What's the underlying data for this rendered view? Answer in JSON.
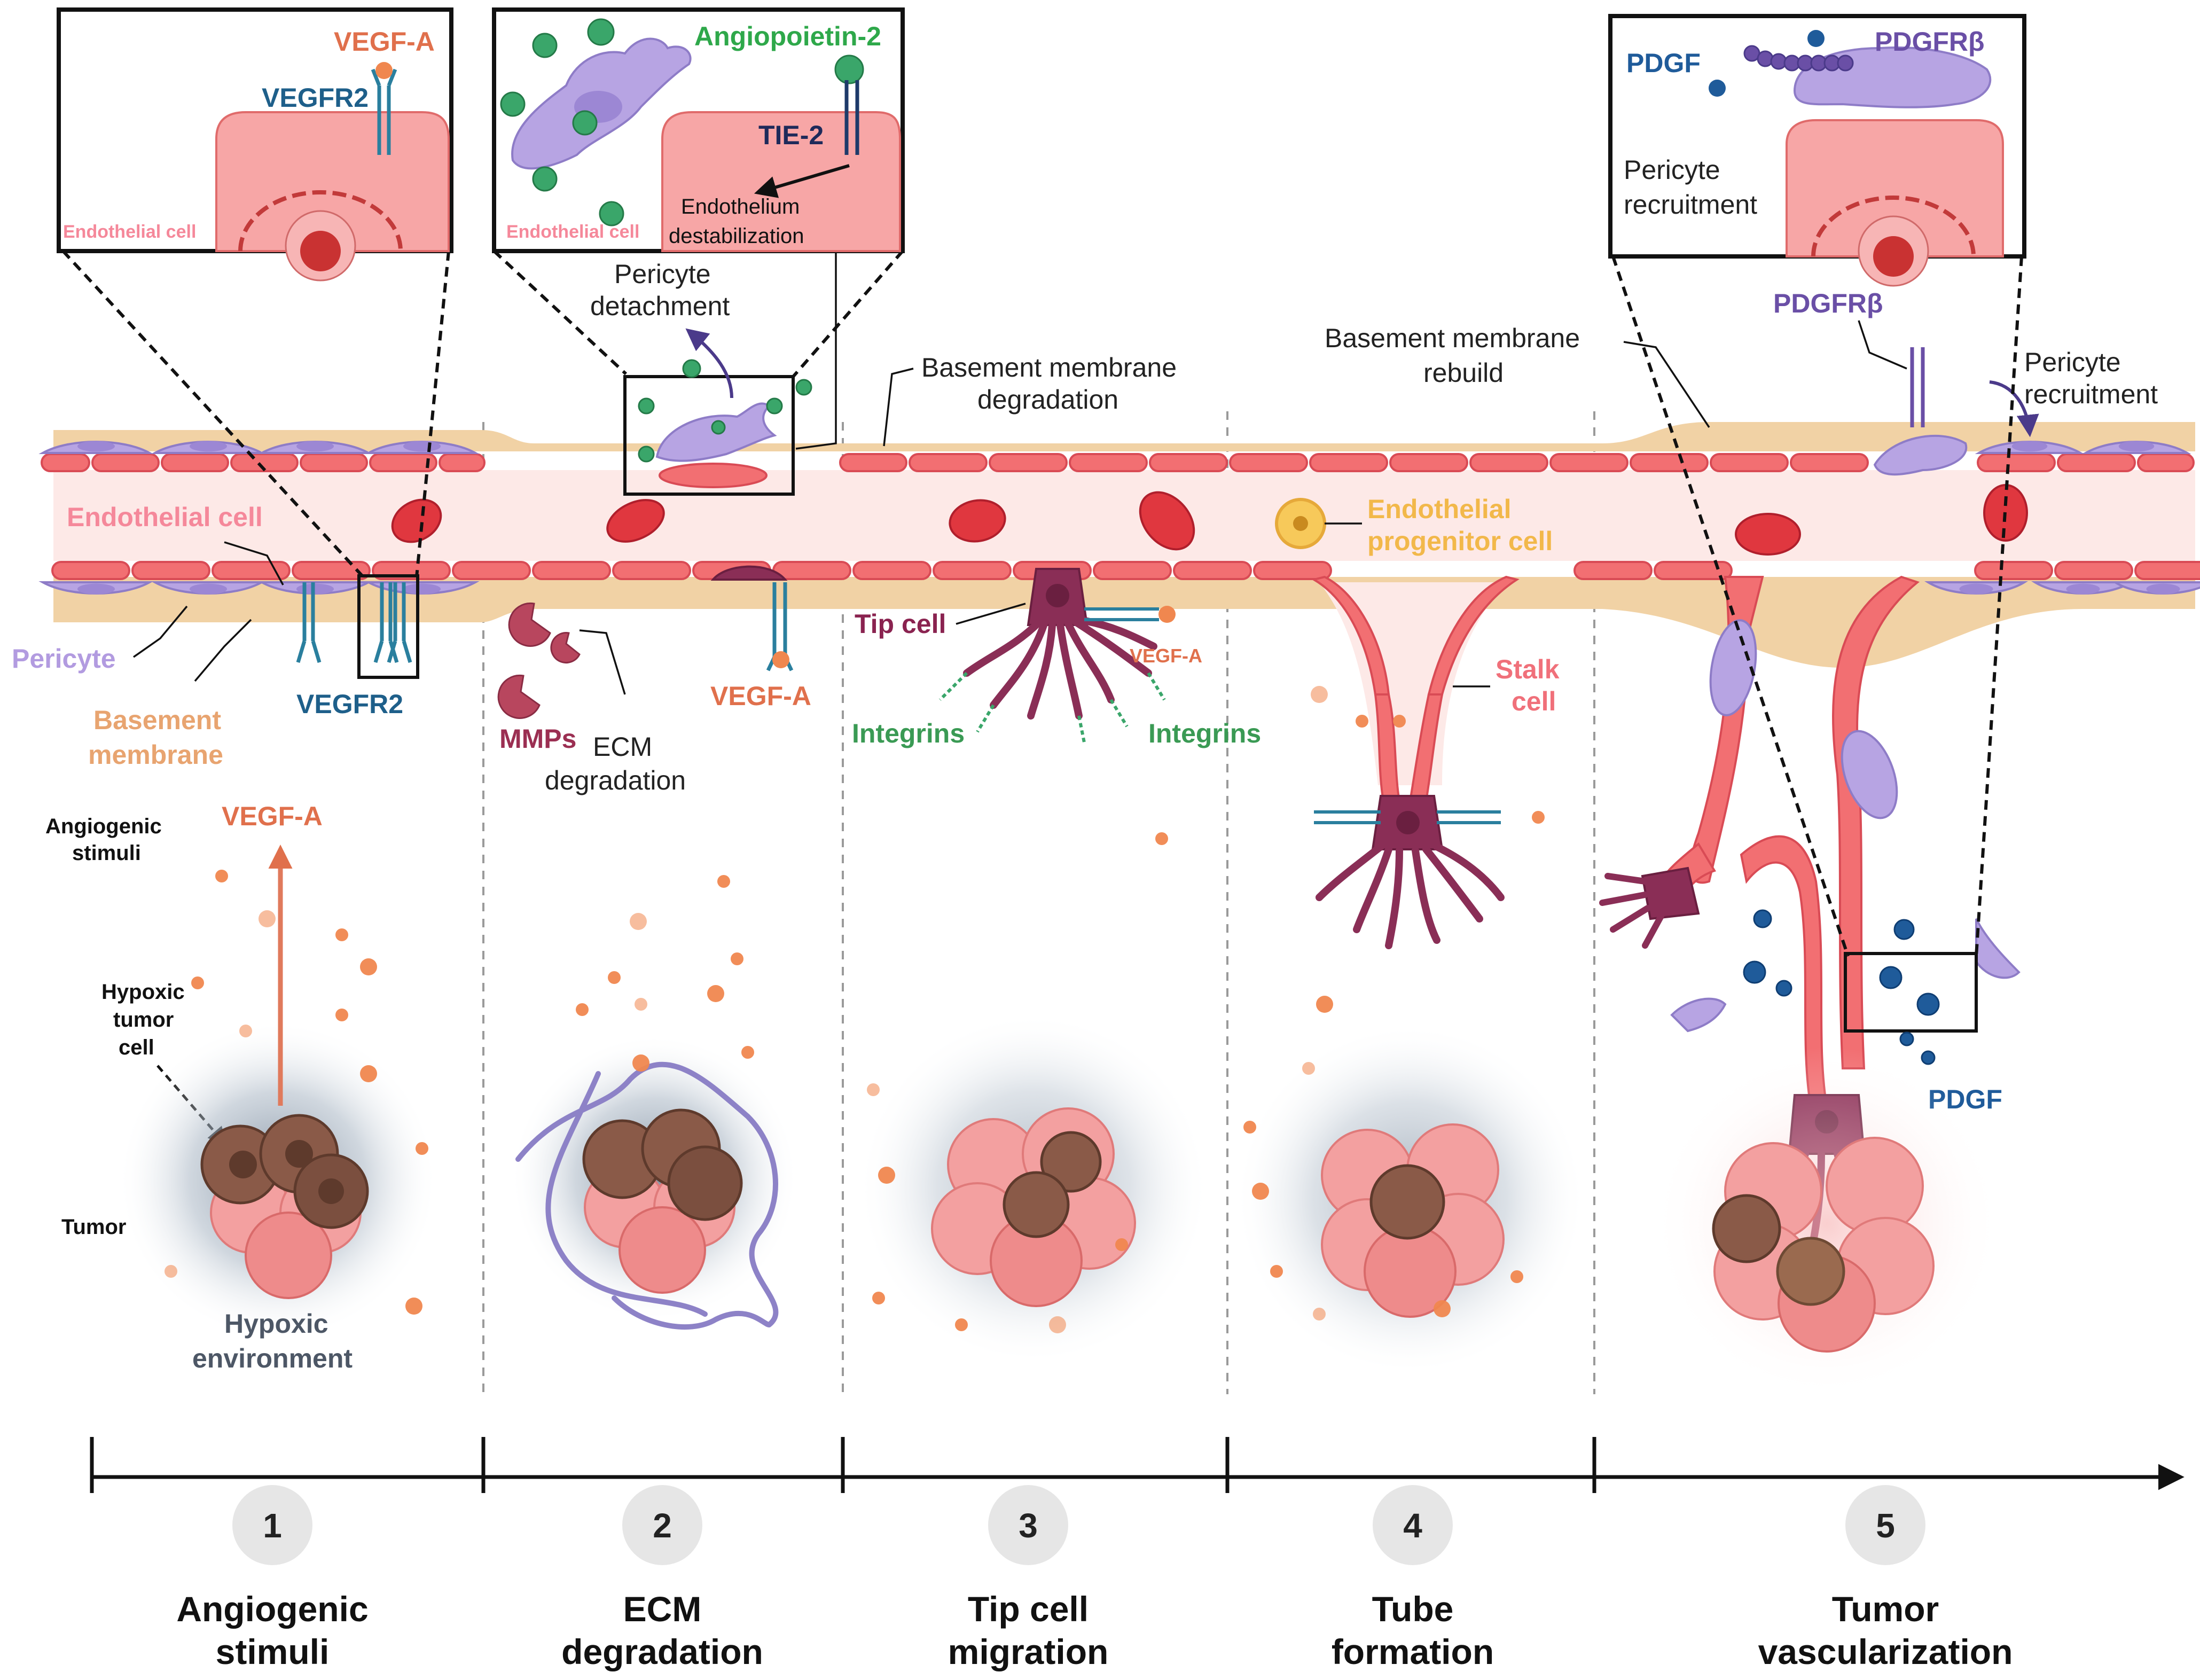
{
  "colors": {
    "endothelial": "#f26f72",
    "endothelial_dark": "#d94b55",
    "vessel_lumen": "#fde9e7",
    "basement": "#f1d2a5",
    "pericyte": "#b7a4e3",
    "tip_cell": "#9a3a63",
    "vegf": "#f0874f",
    "vegfr": "#2a7f9e",
    "angiopoietin": "#3aa66a",
    "pdgf": "#1f5b9a",
    "pdgfr": "#6a4fa6",
    "tumor": "#f39a9a",
    "hypoxic_tumor": "#8a5a48"
  },
  "insets": {
    "inset1": {
      "ligand": "VEGF-A",
      "receptor": "VEGFR2",
      "cell": "Endothelial cell"
    },
    "inset2": {
      "ligand": "Angiopoietin-2",
      "receptor": "TIE-2",
      "cell": "Endothelial cell",
      "effect_line1": "Endothelium",
      "effect_line2": "destabilization"
    },
    "inset5": {
      "ligand": "PDGF",
      "receptor": "PDGFRβ",
      "effect_line1": "Pericyte",
      "effect_line2": "recruitment"
    }
  },
  "labels": {
    "endothelial_cell": "Endothelial cell",
    "pericyte": "Pericyte",
    "basement_line1": "Basement",
    "basement_line2": "membrane",
    "vegfr2": "VEGFR2",
    "angiogenic_line1": "Angiogenic",
    "angiogenic_line2": "stimuli",
    "vegf_a_arrow": "VEGF-A",
    "hypoxic_cell_line1": "Hypoxic",
    "hypoxic_cell_line2": "tumor",
    "hypoxic_cell_line3": "cell",
    "tumor": "Tumor",
    "hypoxic_env_line1": "Hypoxic",
    "hypoxic_env_line2": "environment",
    "pericyte_detach_line1": "Pericyte",
    "pericyte_detach_line2": "detachment",
    "mmps": "MMPs",
    "ecm_deg_line1": "ECM",
    "ecm_deg_line2": "degradation",
    "vegf_a_2": "VEGF-A",
    "bm_deg_line1": "Basement membrane",
    "bm_deg_line2": "degradation",
    "tip_cell": "Tip cell",
    "vegf_a_3": "VEGF-A",
    "integrins_left": "Integrins",
    "integrins_right": "Integrins",
    "bm_rebuild_line1": "Basement membrane",
    "bm_rebuild_line2": "rebuild",
    "epc_line1": "Endothelial",
    "epc_line2": "progenitor cell",
    "stalk_line1": "Stalk",
    "stalk_line2": "cell",
    "pdgfrb": "PDGFRβ",
    "pericyte_recruit_line1": "Pericyte",
    "pericyte_recruit_line2": "recruitment",
    "pdgf": "PDGF"
  },
  "stages": [
    {
      "number": "1",
      "title_line1": "Angiogenic",
      "title_line2": "stimuli"
    },
    {
      "number": "2",
      "title_line1": "ECM",
      "title_line2": "degradation"
    },
    {
      "number": "3",
      "title_line1": "Tip cell",
      "title_line2": "migration"
    },
    {
      "number": "4",
      "title_line1": "Tube",
      "title_line2": "formation"
    },
    {
      "number": "5",
      "title_line1": "Tumor",
      "title_line2": "vascularization"
    }
  ]
}
